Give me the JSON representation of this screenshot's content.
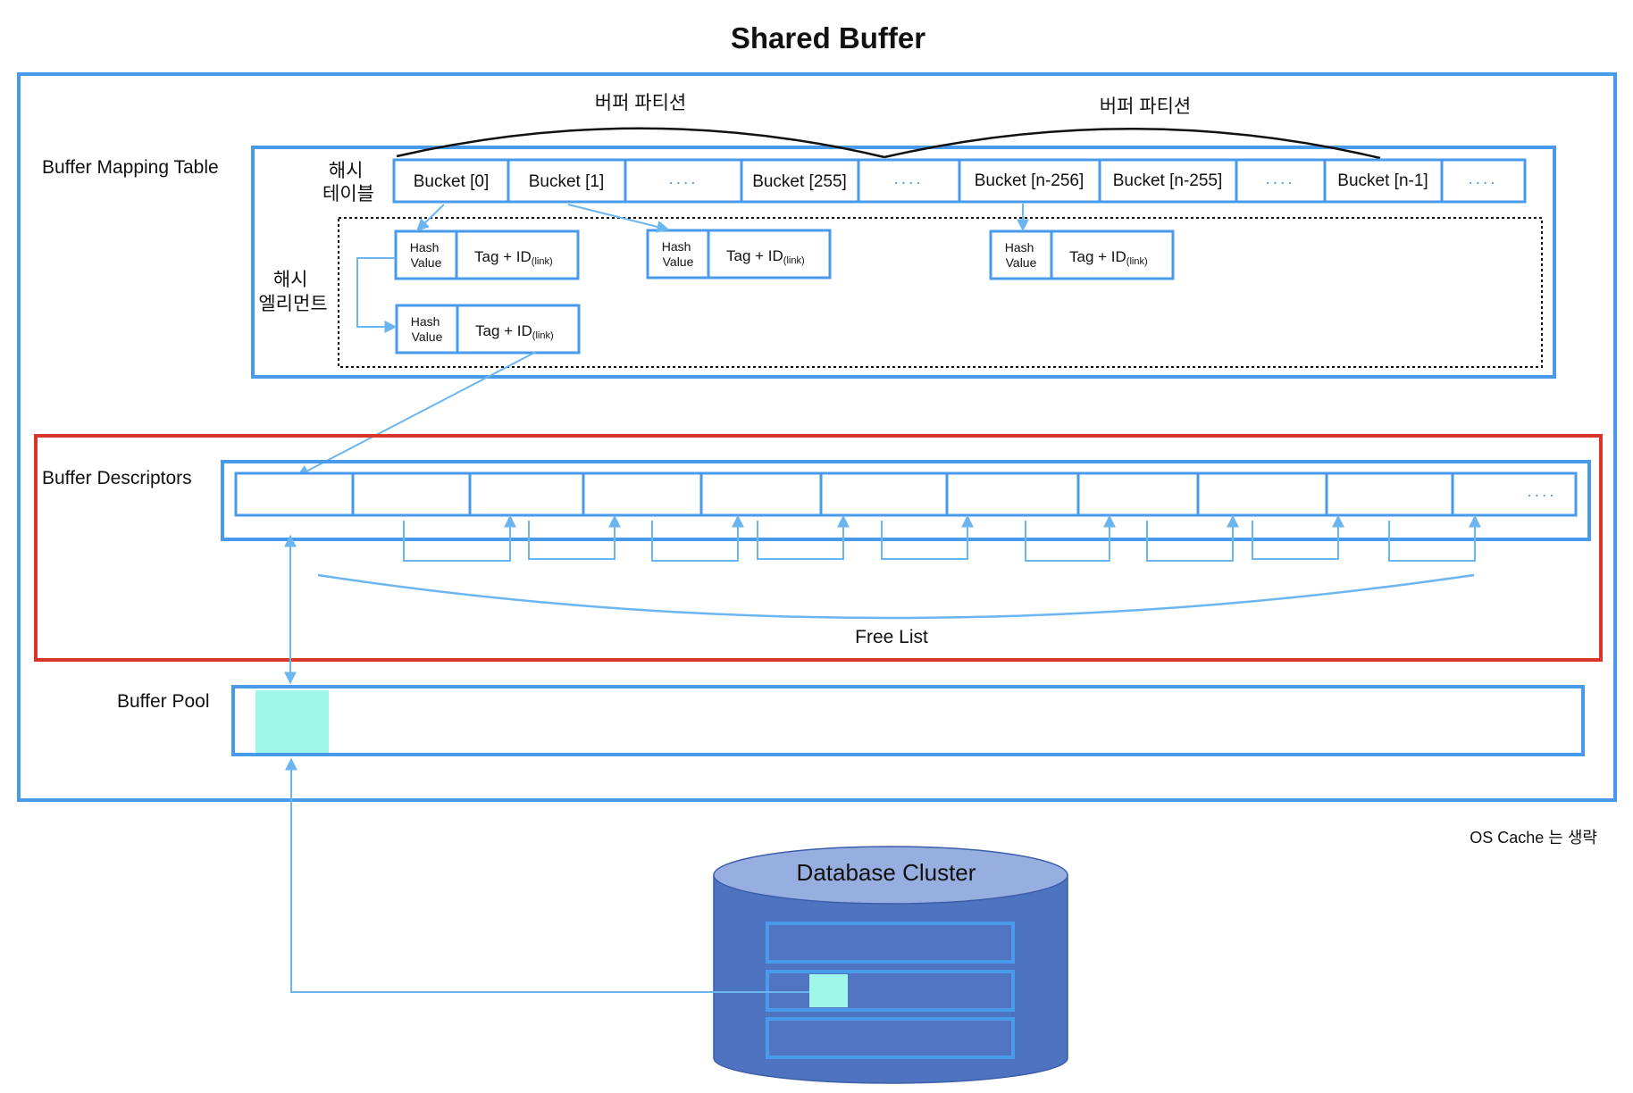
{
  "title": "Shared Buffer",
  "partitions": [
    "버퍼 파티션",
    "버퍼 파티션"
  ],
  "mapping_table": {
    "label": "Buffer Mapping Table",
    "hash_table_label": [
      "해시",
      "테이블"
    ],
    "hash_element_label": [
      "해시",
      "엘리먼트"
    ],
    "buckets": [
      "Bucket [0]",
      "Bucket [1]",
      "....",
      "Bucket [255]",
      "....",
      "Bucket [n-256]",
      "Bucket [n-255]",
      "....",
      "Bucket [n-1]",
      "...."
    ],
    "elements": [
      {
        "hash": [
          "Hash",
          "Value"
        ],
        "tag": "Tag  +  ID",
        "sub": "(link)"
      },
      {
        "hash": [
          "Hash",
          "Value"
        ],
        "tag": "Tag  +  ID",
        "sub": "(link)"
      },
      {
        "hash": [
          "Hash",
          "Value"
        ],
        "tag": "Tag  +  ID",
        "sub": "(link)"
      },
      {
        "hash": [
          "Hash",
          "Value"
        ],
        "tag": "Tag  +  ID",
        "sub": "(link)"
      }
    ]
  },
  "descriptors": {
    "label": "Buffer Descriptors",
    "ellipsis": "....",
    "free_list_label": "Free List"
  },
  "buffer_pool": {
    "label": "Buffer Pool"
  },
  "os_cache_note": "OS Cache 는 생략",
  "database_cluster": {
    "label": "Database Cluster"
  },
  "colors": {
    "container_blue": "#4a9aeb",
    "arrow_blue": "#6bb6f0",
    "descriptor_red": "#d9362b",
    "page_cyan": "#9ff7e9",
    "cylinder_body": "#4e73c1",
    "cylinder_top": "#97aee0"
  }
}
